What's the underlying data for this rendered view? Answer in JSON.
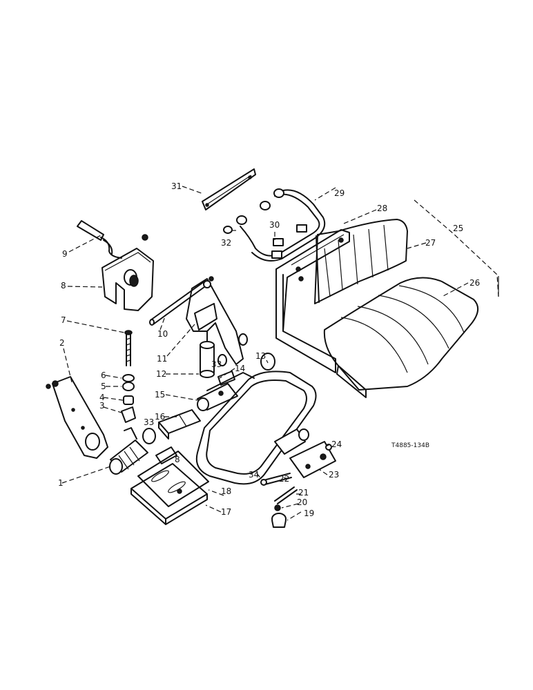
{
  "drawing": {
    "reference_code": "T4885-134B",
    "callouts": [
      "1",
      "2",
      "3",
      "4",
      "5",
      "6",
      "7",
      "8",
      "9",
      "10",
      "11",
      "12",
      "13",
      "14",
      "15",
      "16",
      "17",
      "18",
      "19",
      "20",
      "21",
      "22",
      "23",
      "24",
      "25",
      "26",
      "27",
      "28",
      "29",
      "30",
      "31",
      "32",
      "33",
      "33",
      "34",
      "8"
    ]
  }
}
